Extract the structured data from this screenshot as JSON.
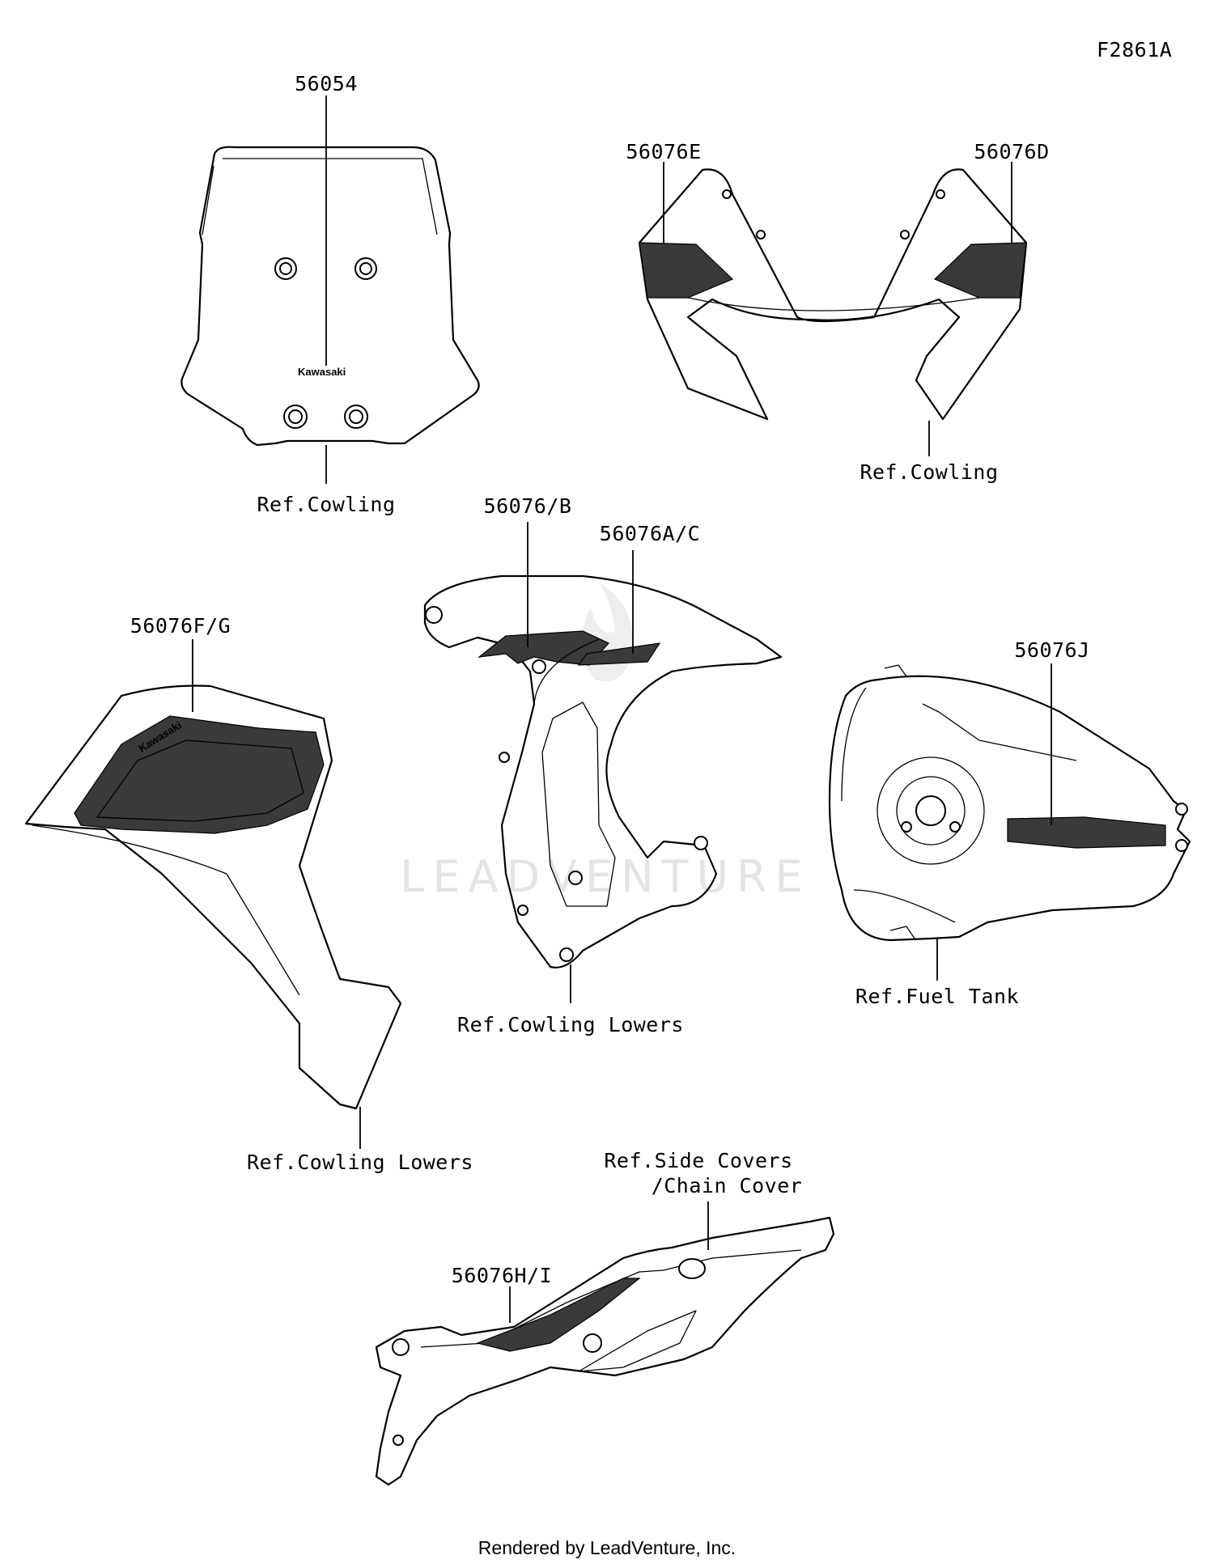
{
  "diagram": {
    "code": "F2861A",
    "footer": "Rendered by LeadVenture, Inc.",
    "watermark": "LEADVENTURE",
    "brand_text": "Kawasaki",
    "parts": [
      {
        "id": "56054",
        "label": "56054",
        "ref": "Ref.Cowling"
      },
      {
        "id": "56076E",
        "label": "56076E"
      },
      {
        "id": "56076D",
        "label": "56076D",
        "ref": "Ref.Cowling"
      },
      {
        "id": "56076B",
        "label": "56076/B",
        "ref": "Ref.Cowling Lowers"
      },
      {
        "id": "56076AC",
        "label": "56076A/C"
      },
      {
        "id": "56076FG",
        "label": "56076F/G",
        "ref": "Ref.Cowling Lowers"
      },
      {
        "id": "56076J",
        "label": "56076J",
        "ref": "Ref.Fuel Tank"
      },
      {
        "id": "56076HI",
        "label": "56076H/I",
        "ref_line1": "Ref.Side Covers",
        "ref_line2": "/Chain Cover"
      }
    ]
  }
}
